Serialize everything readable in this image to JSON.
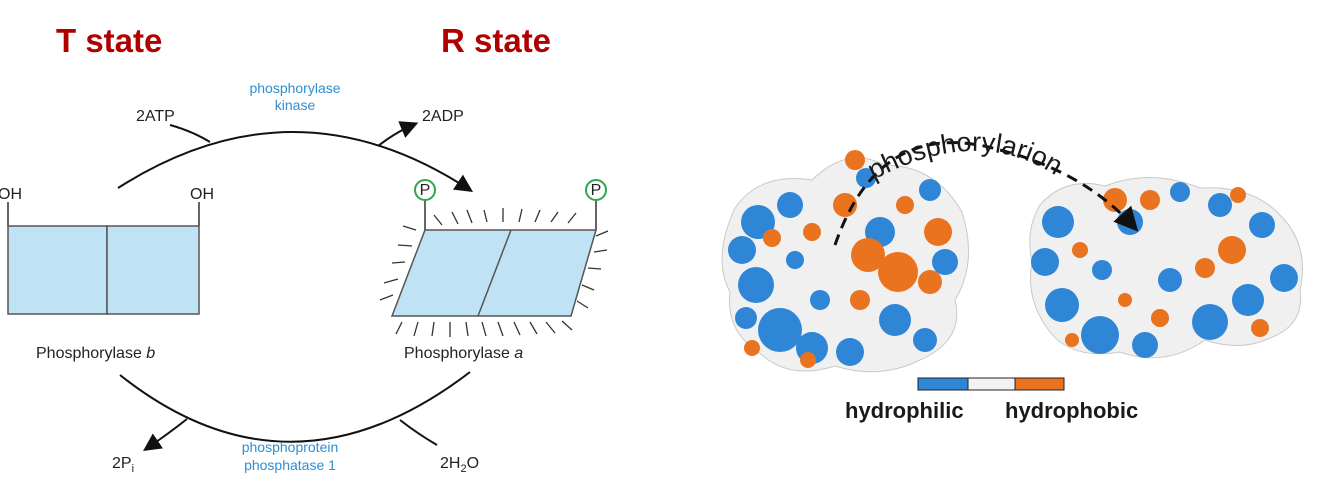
{
  "titles": {
    "t_state": "T state",
    "r_state": "R state"
  },
  "cycle": {
    "top_enzyme_line1": "phosphorylase",
    "top_enzyme_line2": "kinase",
    "top_substrate": "2ATP",
    "top_product": "2ADP",
    "bottom_enzyme_line1": "phosphoprotein",
    "bottom_enzyme_line2": "phosphatase 1",
    "bottom_product_main": "2P",
    "bottom_product_sub": "i",
    "bottom_substrate_main": "2H",
    "bottom_substrate_sub": "2",
    "bottom_substrate_tail": "O"
  },
  "phosphorylase_b": {
    "label_main": "Phosphorylase ",
    "label_italic": "b",
    "group_left": "OH",
    "group_right": "OH"
  },
  "phosphorylase_a": {
    "label_main": "Phosphorylase ",
    "label_italic": "a",
    "phosphate_left": "P",
    "phosphate_right": "P"
  },
  "surface_panel": {
    "arrow_label": "phosphorylarion",
    "legend_left": "hydrophilic",
    "legend_right": "hydrophobic"
  },
  "colors": {
    "title": "#b00000",
    "box_fill": "#bfe3f5",
    "enzyme_text": "#2f8ed0",
    "phosphate_circle": "#2aa84a",
    "hydrophilic": "#2f86d6",
    "neutral": "#f2f2f2",
    "hydrophobic": "#e9731f"
  }
}
